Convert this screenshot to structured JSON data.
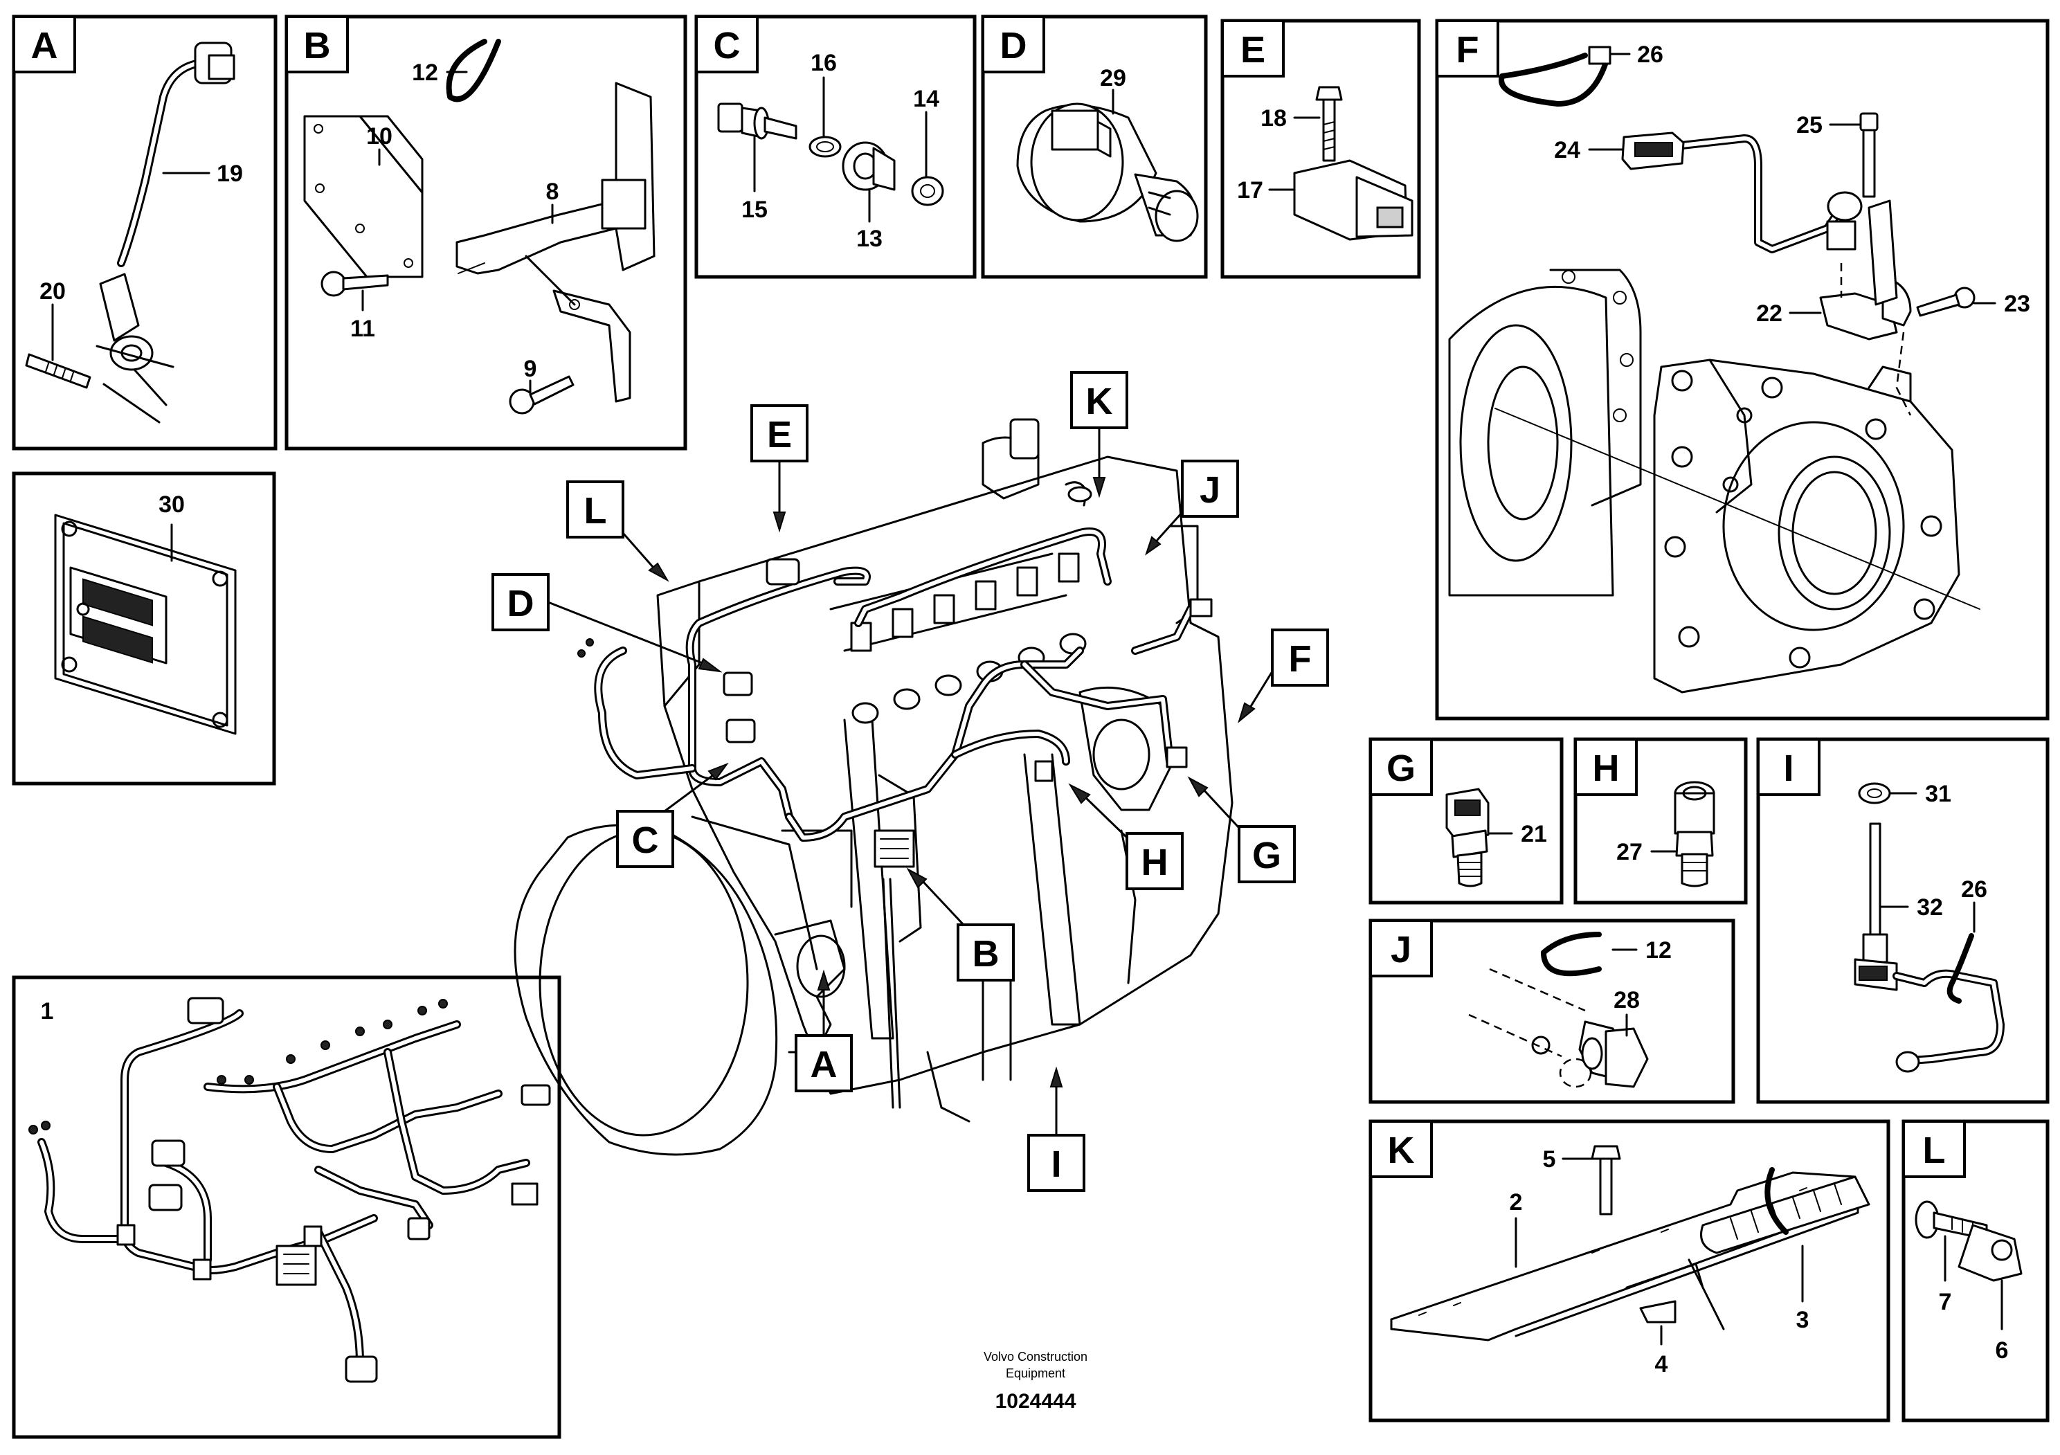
{
  "panels": {
    "A": {
      "letter": "A",
      "callouts": [
        "19",
        "20"
      ]
    },
    "B": {
      "letter": "B",
      "callouts": [
        "12",
        "10",
        "8",
        "11",
        "9"
      ]
    },
    "C": {
      "letter": "C",
      "callouts": [
        "16",
        "14",
        "15",
        "13"
      ]
    },
    "D": {
      "letter": "D",
      "callouts": [
        "29"
      ]
    },
    "E": {
      "letter": "E",
      "callouts": [
        "18",
        "17"
      ]
    },
    "F": {
      "letter": "F",
      "callouts": [
        "26",
        "24",
        "25",
        "22",
        "23"
      ]
    },
    "G": {
      "letter": "G",
      "callouts": [
        "21"
      ]
    },
    "H": {
      "letter": "H",
      "callouts": [
        "27"
      ]
    },
    "I": {
      "letter": "I",
      "callouts": [
        "31",
        "32",
        "26"
      ]
    },
    "J": {
      "letter": "J",
      "callouts": [
        "12",
        "28"
      ]
    },
    "K": {
      "letter": "K",
      "callouts": [
        "5",
        "2",
        "3",
        "4"
      ]
    },
    "L": {
      "letter": "L",
      "callouts": [
        "7",
        "6"
      ]
    },
    "ecu": {
      "callouts": [
        "30"
      ]
    },
    "harness": {
      "label": "1"
    }
  },
  "engine_refs": [
    "E",
    "K",
    "L",
    "J",
    "D",
    "F",
    "C",
    "H",
    "G",
    "B",
    "A",
    "I"
  ],
  "footer": {
    "line1": "Volvo Construction",
    "line2": "Equipment",
    "id": "1024444"
  }
}
